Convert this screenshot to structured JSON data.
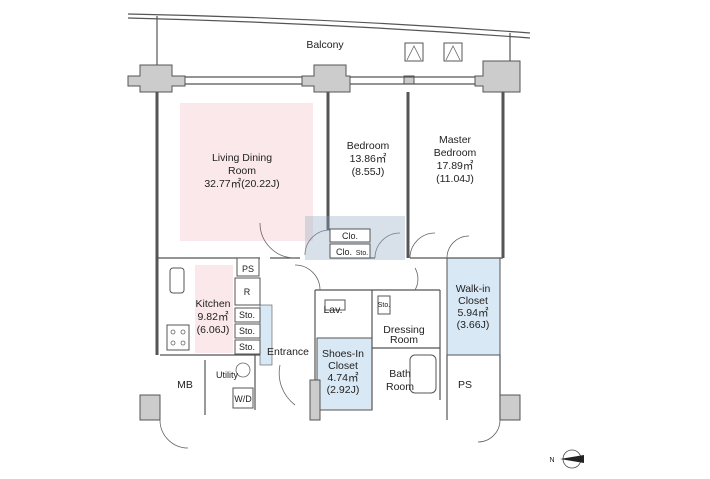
{
  "rooms": {
    "balcony": {
      "name": "Balcony"
    },
    "living": {
      "name_line1": "Living Dining",
      "name_line2": "Room",
      "area": "32.77㎡(20.22J)"
    },
    "bedroom": {
      "name": "Bedroom",
      "area": "13.86㎡",
      "jo": "(8.55J)"
    },
    "master": {
      "name_line1": "Master",
      "name_line2": "Bedroom",
      "area": "17.89㎡",
      "jo": "(11.04J)"
    },
    "kitchen": {
      "name": "Kitchen",
      "area": "9.82㎡",
      "jo": "(6.06J)"
    },
    "walkin": {
      "name_line1": "Walk-in",
      "name_line2": "Closet",
      "area": "5.94㎡",
      "jo": "(3.66J)"
    },
    "shoes": {
      "name_line1": "Shoes-In",
      "name_line2": "Closet",
      "area": "4.74㎡",
      "jo": "(2.92J)"
    },
    "dressing": {
      "name_line1": "Dressing",
      "name_line2": "Room"
    },
    "bath": {
      "name_line1": "Bath",
      "name_line2": "Room"
    },
    "lav": "Lav.",
    "entrance": "Entrance",
    "utility": "Utility",
    "wd": "W/D",
    "mb": "MB",
    "ps1": "PS",
    "ps2": "PS",
    "fridge": "R",
    "sto": [
      "Sto.",
      "Sto.",
      "Sto.",
      "Sto.",
      "Sto."
    ],
    "clo": [
      "Clo.",
      "Clo."
    ]
  },
  "compass": {
    "label": "N"
  },
  "colors": {
    "living": "#fae8ea",
    "closet": "#d8e8f4",
    "pillar": "#cccccc"
  }
}
